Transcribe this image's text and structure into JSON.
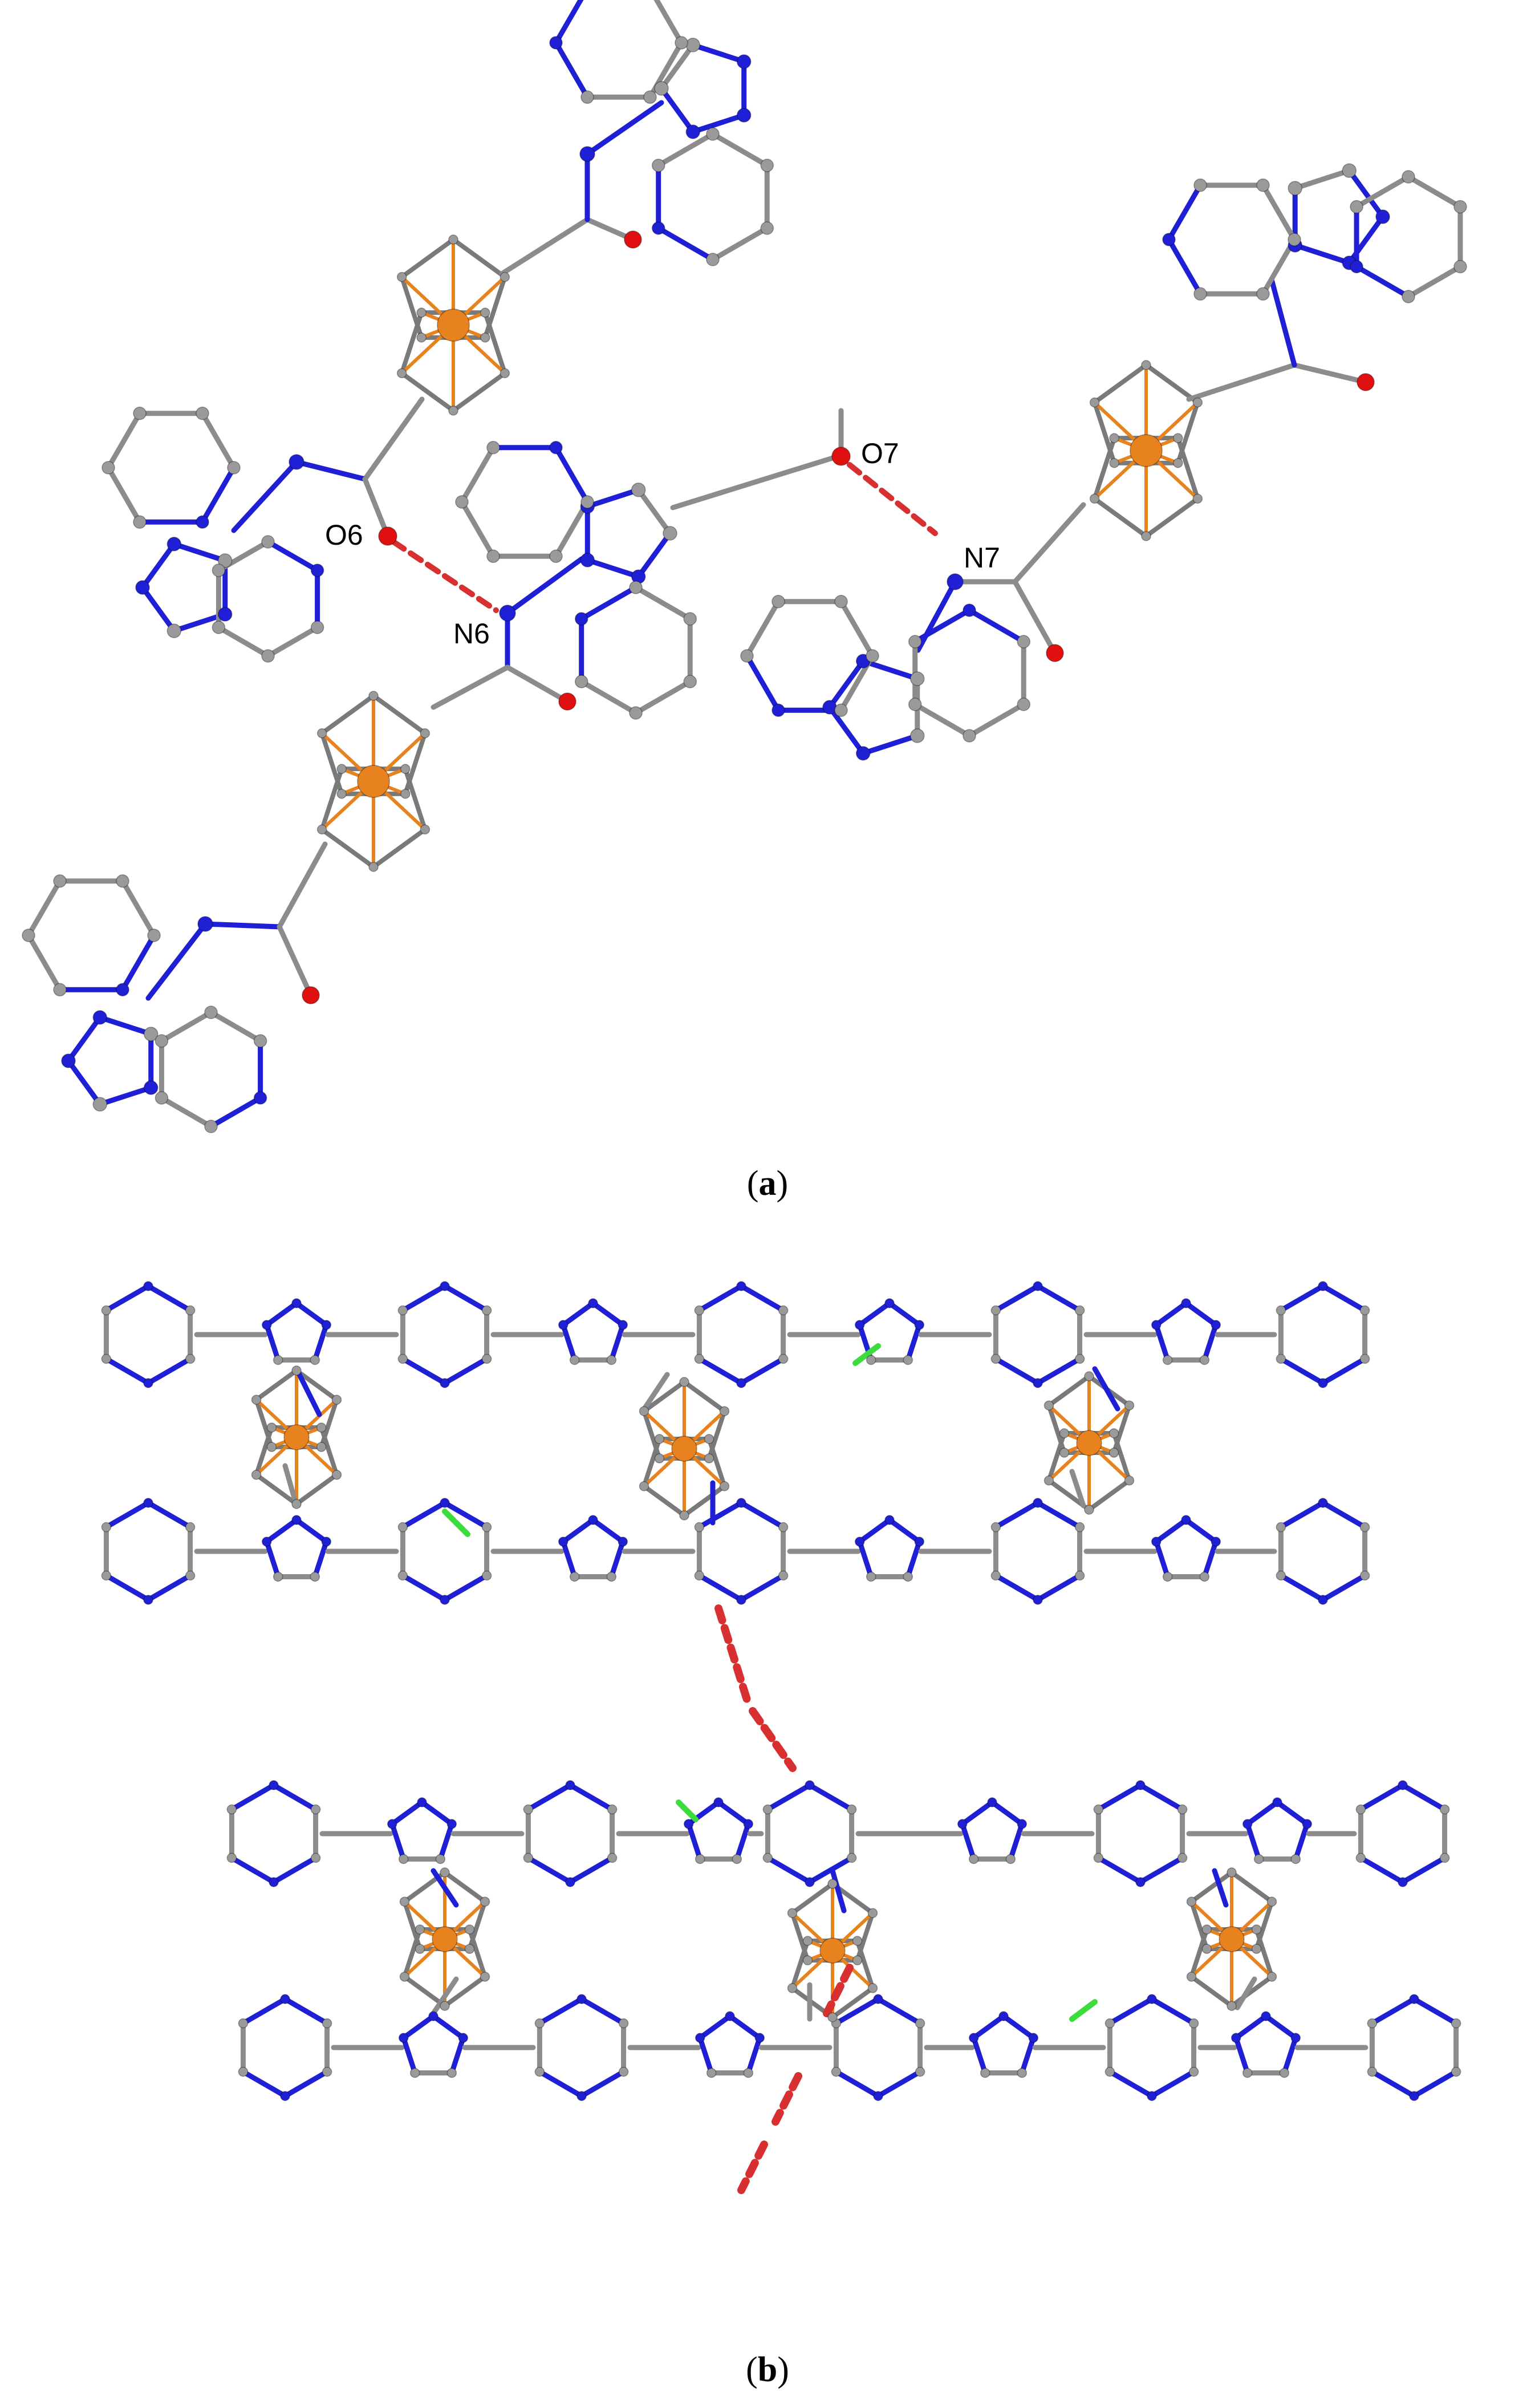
{
  "panel_a": {
    "labels": {
      "o6": "O6",
      "n6": "N6",
      "o7": "O7",
      "n7": "N7"
    },
    "caption_letter": "a"
  },
  "panel_b": {
    "caption_letter": "b"
  },
  "colors": {
    "carbon": "#9a9a9a",
    "nitrogen": "#1f1fd6",
    "oxygen": "#e01010",
    "iron": "#e8821e",
    "hydrogen_bond": "#d83030",
    "bond": "#8c8c8c",
    "chlorine": "#3ddc3d"
  }
}
